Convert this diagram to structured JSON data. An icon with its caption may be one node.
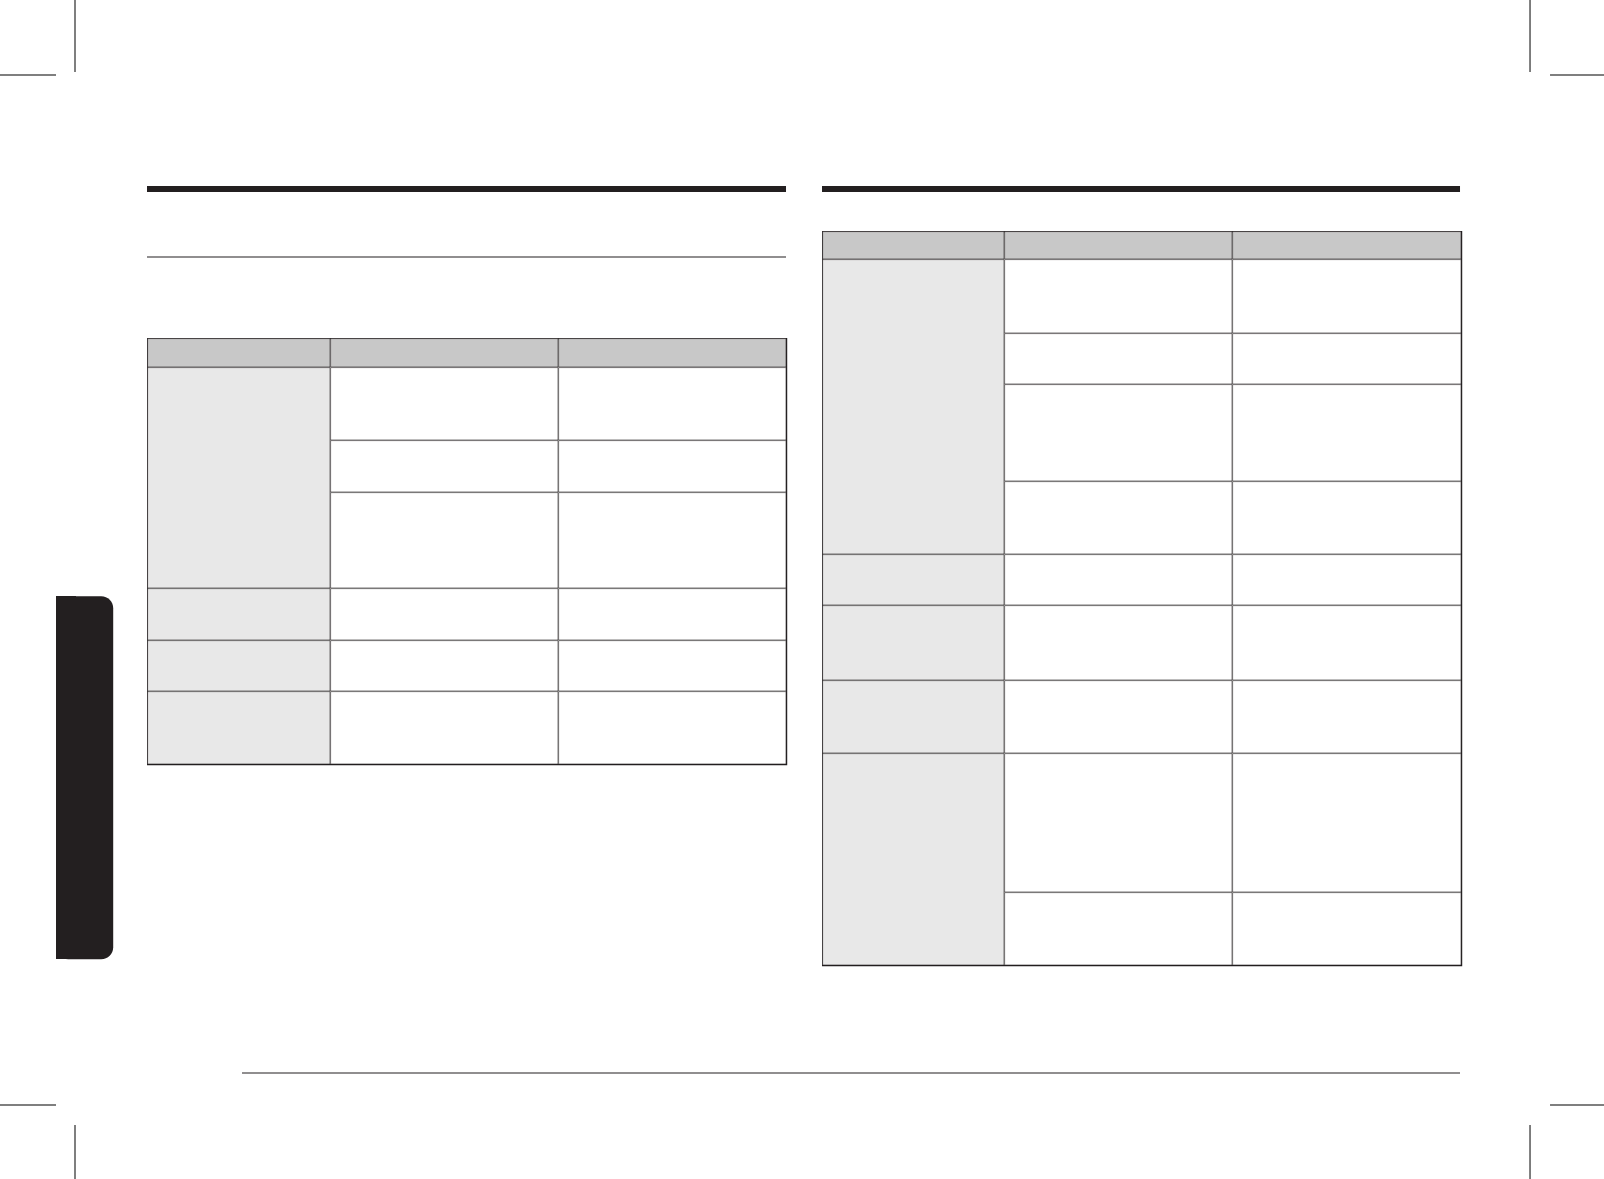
{
  "diagram": {
    "nodes": [
      {
        "text": [],
        "shape": "box"
      },
      {
        "text": [],
        "shape": "box",
        "in": 0
      },
      {
        "text": [],
        "shape": "box",
        "in": 0
      },
      {
        "text": [],
        "shape": "box",
        "in": 0
      },
      {
        "text": [],
        "shape": "box",
        "in": 0
      },
      {
        "text": [],
        "shape": "box",
        "in": 0
      },
      {
        "text": [],
        "shape": "box",
        "in": 0
      },
      {
        "text": [],
        "shape": "box",
        "in": 0
      },
      {
        "text": [],
        "shape": "box",
        "in": 0
      },
      {
        "text": [],
        "shape": "box",
        "in": 0
      },
      {
        "text": [],
        "shape": "box",
        "in": 0
      },
      {
        "text": [],
        "shape": "box",
        "in": 0
      },
      {
        "text": [],
        "shape": "box",
        "in": 0
      },
      {
        "text": [],
        "shape": "box",
        "in": 0
      },
      {
        "text": [],
        "shape": "box",
        "in": 0
      },
      {
        "text": [],
        "shape": "box",
        "in": 0
      },
      {
        "text": [],
        "shape": "box",
        "in": 0
      },
      {
        "text": [],
        "shape": "box",
        "in": 0
      },
      {
        "text": [],
        "shape": "box",
        "in": 0
      },
      {
        "text": [],
        "shape": "box",
        "in": 0
      },
      {
        "text": [],
        "shape": "box"
      },
      {
        "text": [],
        "shape": "box",
        "in": 20
      },
      {
        "text": [],
        "shape": "box",
        "in": 20
      },
      {
        "text": [],
        "shape": "box",
        "in": 20
      },
      {
        "text": [],
        "shape": "box",
        "in": 20
      },
      {
        "text": [],
        "shape": "box",
        "in": 20
      },
      {
        "text": [],
        "shape": "box",
        "in": 20
      },
      {
        "text": [],
        "shape": "box",
        "in": 20
      },
      {
        "text": [],
        "shape": "box",
        "in": 20
      },
      {
        "text": [],
        "shape": "box",
        "in": 20
      },
      {
        "text": [],
        "shape": "box",
        "in": 20
      },
      {
        "text": [],
        "shape": "box",
        "in": 20
      },
      {
        "text": [],
        "shape": "box",
        "in": 20
      },
      {
        "text": [],
        "shape": "box",
        "in": 20
      },
      {
        "text": [],
        "shape": "box",
        "in": 20
      },
      {
        "text": [],
        "shape": "box",
        "in": 20
      },
      {
        "text": [],
        "shape": "box",
        "in": 20
      },
      {
        "text": [],
        "shape": "box",
        "in": 20
      },
      {
        "text": [],
        "shape": "box",
        "in": 20
      },
      {
        "text": [],
        "shape": "box",
        "in": 20
      },
      {
        "text": [],
        "shape": "box",
        "in": 20
      },
      {
        "text": [],
        "shape": "box",
        "in": 20
      },
      {
        "text": [],
        "shape": "box",
        "in": 20
      },
      {
        "text": [],
        "shape": "box",
        "in": 20
      },
      {
        "text": [],
        "shape": "box",
        "in": 20
      },
      {
        "text": [],
        "shape": "box",
        "in": 20
      },
      {
        "text": [],
        "shape": "box",
        "in": 20
      },
      {
        "text": [],
        "shape": "bar"
      }
    ]
  }
}
